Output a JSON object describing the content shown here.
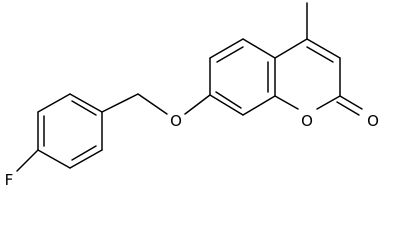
{
  "molecule": {
    "atoms": {
      "fluorine": "F",
      "ether_oxygen": "O",
      "ring_oxygen": "O",
      "carbonyl_oxygen": "O"
    },
    "colors": {
      "bond": "#000000",
      "text": "#000000",
      "background": "#ffffff"
    }
  }
}
